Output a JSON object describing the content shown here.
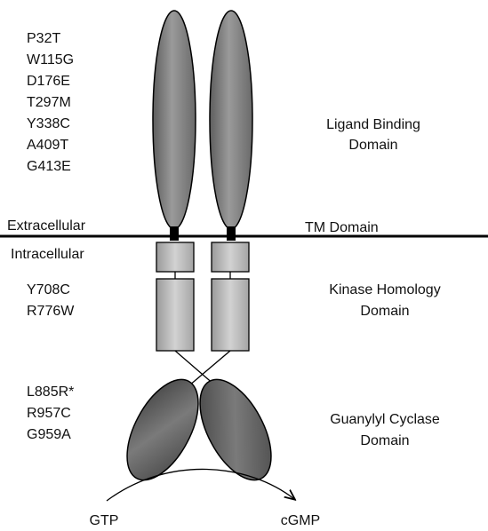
{
  "mutations": {
    "ligand": [
      "P32T",
      "W115G",
      "D176E",
      "T297M",
      "Y338C",
      "A409T",
      "G413E"
    ],
    "kinase": [
      "Y708C",
      "R776W"
    ],
    "cyclase": [
      "L885R*",
      "R957C",
      "G959A"
    ]
  },
  "regions": {
    "extracellular": "Extracellular",
    "intracellular": "Intracellular",
    "tm": "TM Domain"
  },
  "domains": {
    "ligand": [
      "Ligand Binding",
      "Domain"
    ],
    "kinase": [
      "Kinase Homology",
      "Domain"
    ],
    "cyclase": [
      "Guanylyl Cyclase",
      "Domain"
    ]
  },
  "reaction": {
    "substrate": "GTP",
    "product": "cGMP"
  },
  "colors": {
    "ligand_fill": "#8a8a8a",
    "kinase_fill": "#bdbdbd",
    "cyclase_fill": "#5a5a5a",
    "line": "#000000"
  }
}
